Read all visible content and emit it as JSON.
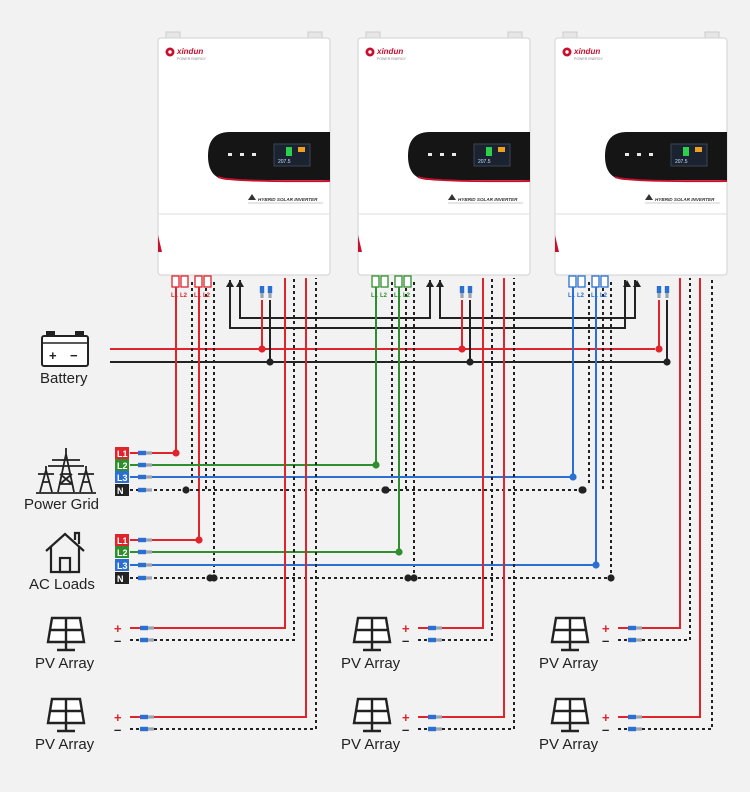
{
  "brand": "xindun",
  "brand_sub": "POWER ENERGY",
  "inverter_label": "HYBRID SOLAR INVERTER",
  "screen_value": "207.5",
  "port_labels": [
    "L1",
    "L2",
    "L1",
    "L2"
  ],
  "phase_labels": [
    "L1",
    "L2",
    "L3",
    "N"
  ],
  "battery_label": "Battery",
  "grid_label": "Power Grid",
  "loads_label": "AC Loads",
  "pv_label": "PV Array",
  "plus_sign": "+",
  "minus_sign": "–",
  "battery_plus": "+",
  "battery_minus": "−",
  "colors": {
    "l1": "#e0242c",
    "l2": "#2f8f2f",
    "l3": "#2a6fd1",
    "neutral": "#222222",
    "inverter_accent": "#c8102e"
  }
}
